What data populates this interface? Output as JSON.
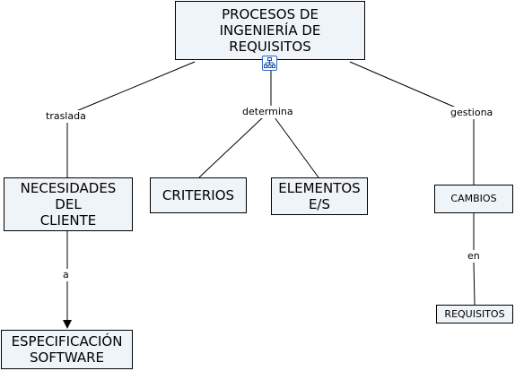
{
  "nodes": {
    "root": "PROCESOS DE\nINGENIERÍA DE\nREQUISITOS",
    "necesidades": "NECESIDADES\nDEL\nCLIENTE",
    "especificacion": "ESPECIFICACIÓN\nSOFTWARE",
    "criterios": "CRITERIOS",
    "elementos": "ELEMENTOS\nE/S",
    "cambios": "CAMBIOS",
    "requisitos": "REQUISITOS"
  },
  "links": {
    "traslada": "traslada",
    "a": "a",
    "determina": "determina",
    "gestiona": "gestiona",
    "en": "en"
  },
  "icons": {
    "expand": "hierarchy-icon"
  },
  "colors": {
    "node_fill": "#eef4f8",
    "border": "#000000",
    "icon": "#2a6bd1"
  }
}
